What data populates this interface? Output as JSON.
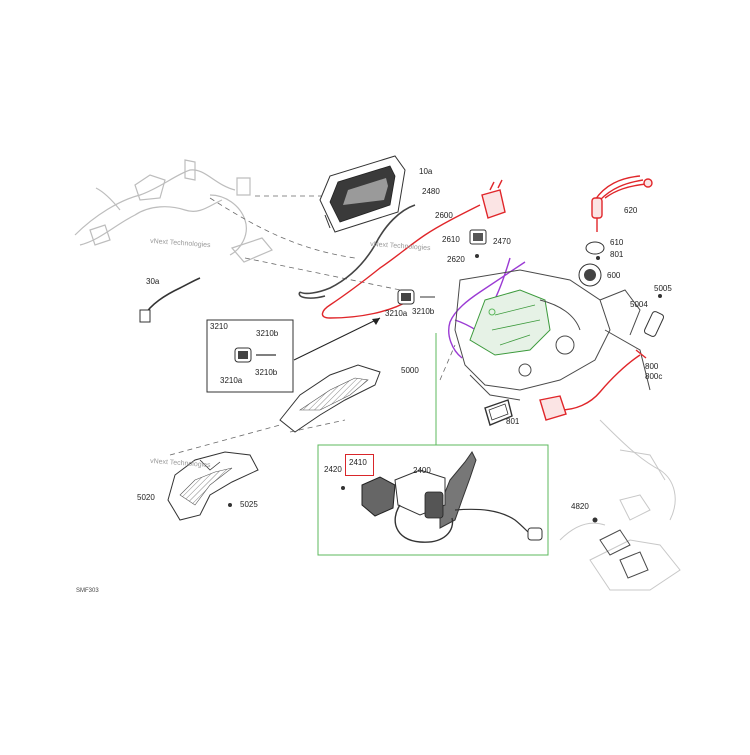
{
  "diagram": {
    "callouts": [
      "10a",
      "2480",
      "2600",
      "2610",
      "2620",
      "2470",
      "620",
      "610",
      "801",
      "600",
      "5005",
      "5004",
      "800",
      "800c",
      "30a",
      "3210",
      "3210b",
      "3210a",
      "3210b",
      "3210a",
      "3210b",
      "5000",
      "801",
      "2420",
      "2410",
      "2400",
      "5020",
      "5025",
      "4820"
    ],
    "watermarks": [
      "vNext Technologies",
      "vNext Technologies",
      "vNext Technologies"
    ],
    "figure_code": "SMF303",
    "highlighted_part": "2410",
    "colors": {
      "line": "#4a4a4a",
      "fill": "#ffffff",
      "ghost": "#c8c8c8",
      "red_parts": "#e0262a",
      "purple_harness": "#9b3bd4",
      "green_engine": "#3c9a3c",
      "detail_frame": "#5cb85c",
      "highlight": "#d9262a"
    }
  }
}
